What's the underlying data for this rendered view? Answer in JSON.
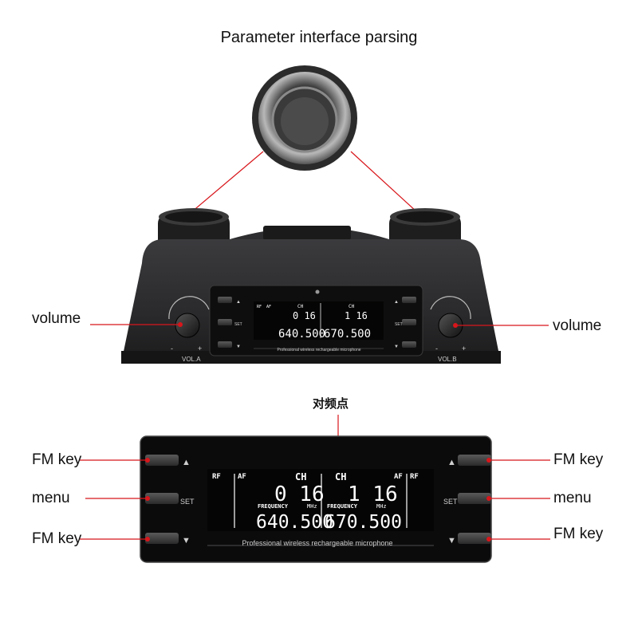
{
  "title": "Parameter interface parsing",
  "callouts": {
    "volume_left": "volume",
    "volume_right": "volume",
    "pairing_point": "对频点",
    "fm_key_top_left": "FM key",
    "menu_left": "menu",
    "fm_key_bottom_left": "FM key",
    "fm_key_top_right": "FM key",
    "menu_right": "menu",
    "fm_key_bottom_right": "FM key"
  },
  "device_labels": {
    "vol_a": "VOL.A",
    "vol_b": "VOL.B",
    "minus": "-",
    "plus": "+",
    "set_left": "SET",
    "set_right": "SET",
    "up_arrow": "▲",
    "down_arrow": "▼",
    "tagline": "Professional wireless rechargeable microphone"
  },
  "display": {
    "rf": "RF",
    "af": "AF",
    "ch": "CH",
    "frequency": "FREQUENCY",
    "mhz": "MHz",
    "channel_a": "0 16",
    "channel_b": "1 16",
    "freq_a": "640.500",
    "freq_b": "670.500"
  },
  "colors": {
    "accent_red": "#d8161b",
    "device_body": "#2a2a2c",
    "panel": "#0b0b0c",
    "lcd": "#050505"
  },
  "icons": [
    "knob-icon",
    "up-arrow-icon",
    "down-arrow-icon",
    "led-icon"
  ]
}
